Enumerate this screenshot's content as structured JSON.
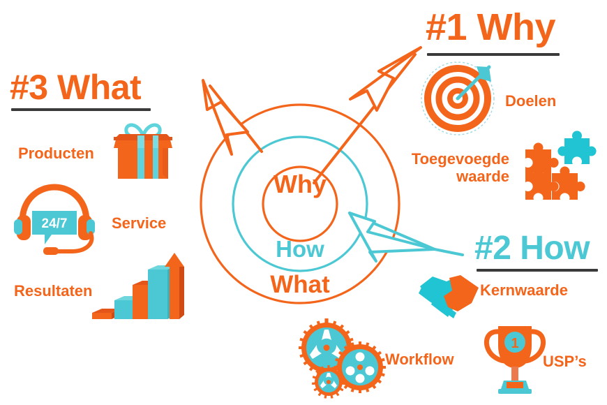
{
  "palette": {
    "orange": "#F4651C",
    "orange_dark": "#E0551A",
    "teal": "#4BC8D4",
    "teal_dark": "#35B5C2",
    "rule": "#3a3a3a",
    "background": "#ffffff"
  },
  "center_diagram": {
    "name": "golden-circle",
    "rings": [
      {
        "label": "What",
        "color": "#F4651C"
      },
      {
        "label": "How",
        "color": "#4BC8D4"
      },
      {
        "label": "Why",
        "color": "#F4651C"
      }
    ]
  },
  "sections": [
    {
      "id": "why",
      "heading": "#1 Why",
      "heading_color": "#F4651C",
      "arrow_color": "#F4651C",
      "items": [
        {
          "label": "Doelen",
          "icon": "target-icon"
        },
        {
          "label": "Toegevoegde waarde",
          "label_line1": "Toegevoegde",
          "label_line2": "waarde",
          "icon": "puzzle-icon"
        }
      ]
    },
    {
      "id": "how",
      "heading": "#2 How",
      "heading_color": "#4BC8D4",
      "arrow_color": "#4BC8D4",
      "items": [
        {
          "label": "Kernwaarde",
          "icon": "handshake-icon"
        },
        {
          "label": "Workflow",
          "icon": "gears-icon"
        },
        {
          "label": "USP’s",
          "icon": "trophy-icon"
        }
      ]
    },
    {
      "id": "what",
      "heading": "#3 What",
      "heading_color": "#F4651C",
      "arrow_color": "#F4651C",
      "items": [
        {
          "label": "Producten",
          "icon": "gift-icon"
        },
        {
          "label": "Service",
          "icon": "headset-icon",
          "badge": "24/7"
        },
        {
          "label": "Resultaten",
          "icon": "growth-chart-icon"
        }
      ]
    }
  ],
  "text": {
    "why_heading": "#1 Why",
    "how_heading": "#2 How",
    "what_heading": "#3 What",
    "doelen": "Doelen",
    "toegevoegde": "Toegevoegde",
    "waarde": "waarde",
    "kernwaarde": "Kernwaarde",
    "workflow": "Workflow",
    "usps": "USP’s",
    "producten": "Producten",
    "service": "Service",
    "resultaten": "Resultaten",
    "center_why": "Why",
    "center_how": "How",
    "center_what": "What",
    "headset_badge": "24/7",
    "trophy_number": "1"
  }
}
